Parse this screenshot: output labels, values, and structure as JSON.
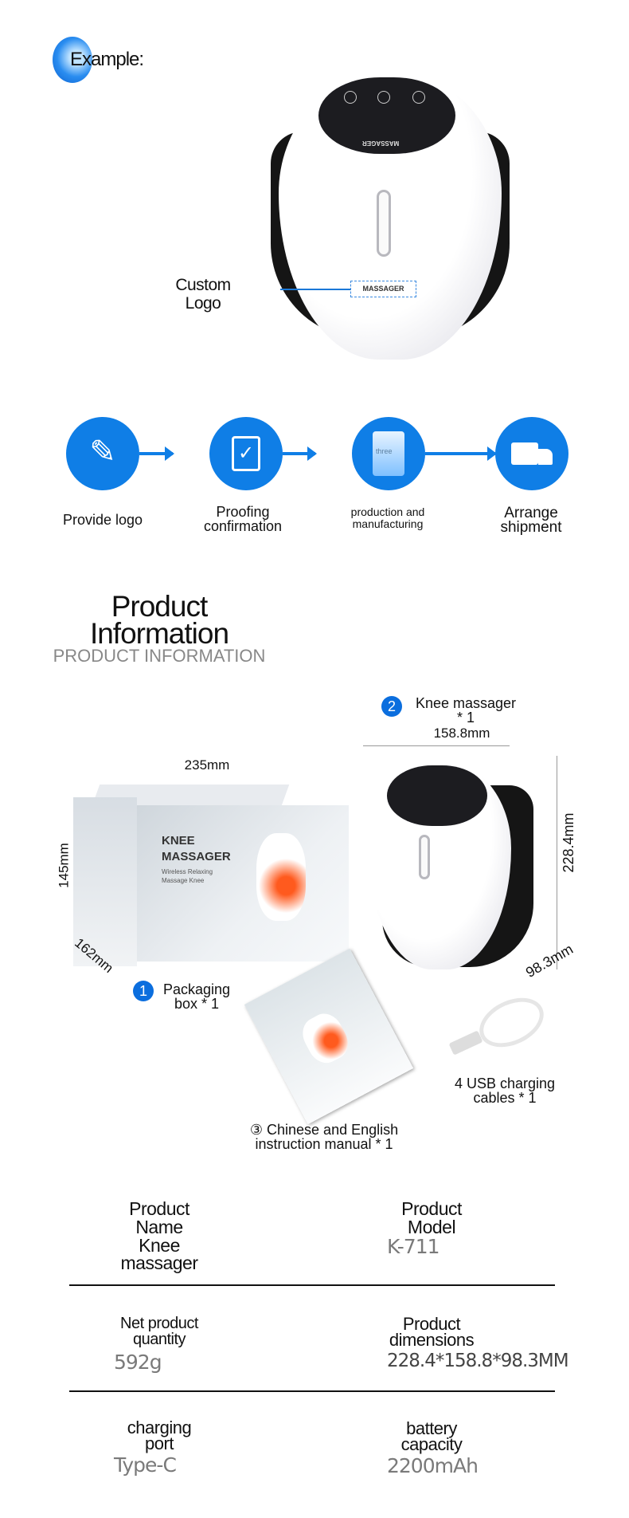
{
  "example": {
    "label": "Example:"
  },
  "custom_logo": {
    "line1": "Custom",
    "line2": "Logo",
    "badge": "MASSAGER"
  },
  "device": {
    "panel_text": "MASSAGER"
  },
  "steps": [
    {
      "line1": "Provide logo",
      "line2": "",
      "icon": "pencil-ruler-icon"
    },
    {
      "line1": "Proofing",
      "line2": "confirmation",
      "icon": "clipboard-check-icon"
    },
    {
      "line1": "production and",
      "line2": "manufacturing",
      "icon": "factory-icon",
      "icon_text": "three"
    },
    {
      "line1": "Arrange",
      "line2": "shipment",
      "icon": "truck-icon"
    }
  ],
  "section": {
    "title1": "Product",
    "title2": "Information",
    "subtitle": "PRODUCT INFORMATION"
  },
  "package": {
    "item2": {
      "num": "2",
      "line1": "Knee massager",
      "line2": "* 1"
    },
    "item1": {
      "num": "1",
      "line1": "Packaging",
      "line2": "box * 1"
    },
    "item3": {
      "line1": "③ Chinese and English",
      "line2": "instruction manual * 1"
    },
    "item4": {
      "line1": "4 USB charging",
      "line2": "cables * 1"
    },
    "dims": {
      "massager_width": "158.8mm",
      "massager_height": "228.4mm",
      "massager_depth": "98.3mm",
      "box_width": "235mm",
      "box_height": "145mm",
      "box_depth": "162mm"
    },
    "box": {
      "title1": "KNEE",
      "title2": "MASSAGER",
      "sub1": "Wireless Relaxing",
      "sub2": "Massage Knee"
    }
  },
  "specs": [
    {
      "label1": "Product",
      "label2": "Name",
      "value": "Knee massager",
      "value_lines": [
        "Knee",
        "massager"
      ]
    },
    {
      "label1": "Product",
      "label2": "Model",
      "value": "K-711"
    },
    {
      "label1": "Net product",
      "label2": "quantity",
      "value": "592g"
    },
    {
      "label1": "Product",
      "label2": "dimensions",
      "value": "228.4*158.8*98.3MM"
    },
    {
      "label1": "charging",
      "label2": "port",
      "value": "Type-C"
    },
    {
      "label1": "battery",
      "label2": "capacity",
      "value": "2200mAh"
    }
  ],
  "colors": {
    "accent": "#0f7ee6"
  }
}
